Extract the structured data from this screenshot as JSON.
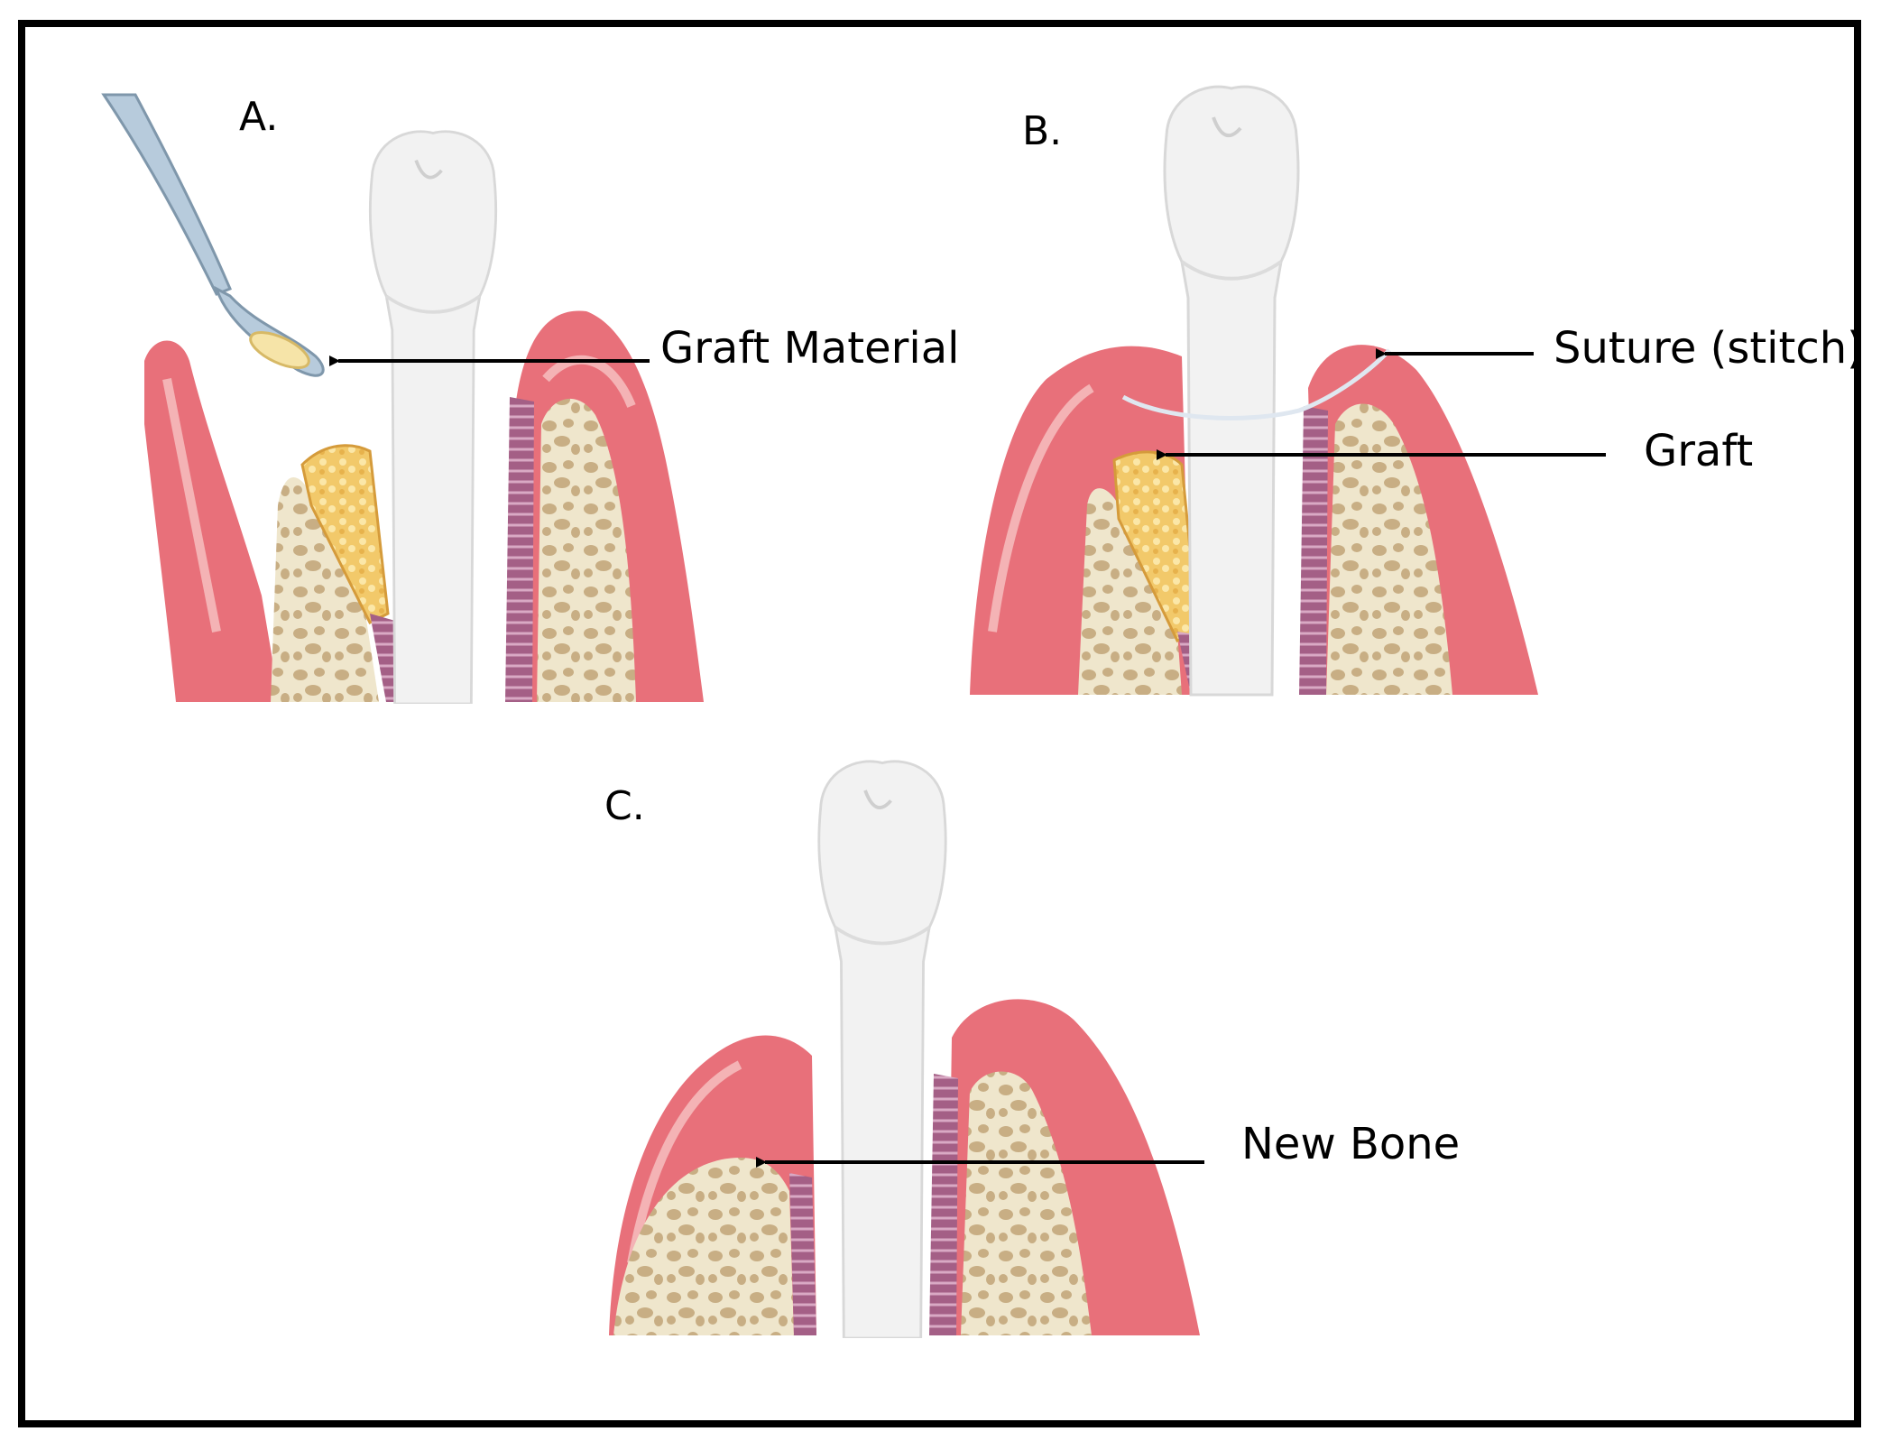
{
  "panels": [
    {
      "letter": "A.",
      "callouts": [
        "Graft Material"
      ]
    },
    {
      "letter": "B.",
      "callouts": [
        "Suture (stitch)",
        "Graft"
      ]
    },
    {
      "letter": "C.",
      "callouts": [
        "New Bone"
      ]
    }
  ],
  "colors": {
    "gum": "#e8707a",
    "gum_light": "#f4b3b5",
    "bone": "#efe6cc",
    "bone_spots": "#c8ae84",
    "ligament": "#a45f86",
    "tooth": "#f2f2f2",
    "graft": "#f2c96a",
    "instrument": "#b7cbdc"
  }
}
